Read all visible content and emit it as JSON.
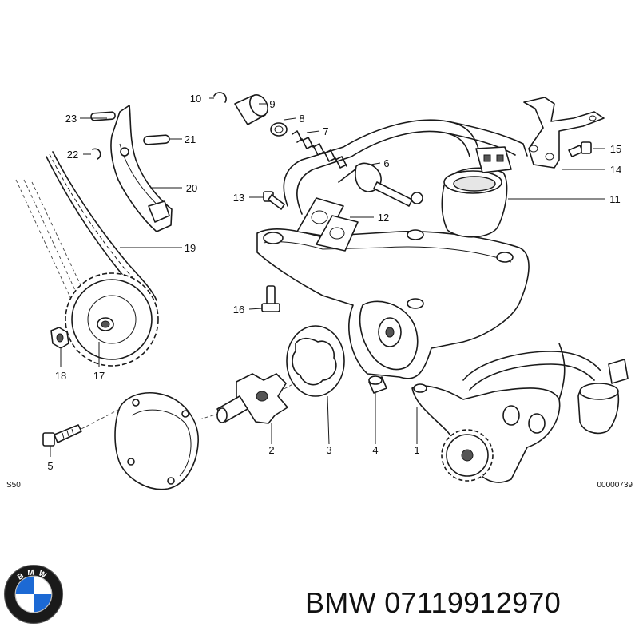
{
  "diagram": {
    "callouts": [
      "1",
      "2",
      "3",
      "4",
      "5",
      "6",
      "7",
      "8",
      "9",
      "10",
      "11",
      "12",
      "13",
      "14",
      "15",
      "16",
      "17",
      "18",
      "19",
      "20",
      "21",
      "22",
      "23"
    ],
    "model_code": "S50",
    "drawing_number": "00000739"
  },
  "footer": {
    "brand": "BMW",
    "part_number": "07119912970",
    "logo_lettering": "BMW",
    "logo_colors": {
      "ring": "#1a1a1a",
      "blue": "#1c69d4",
      "white": "#ffffff"
    }
  }
}
